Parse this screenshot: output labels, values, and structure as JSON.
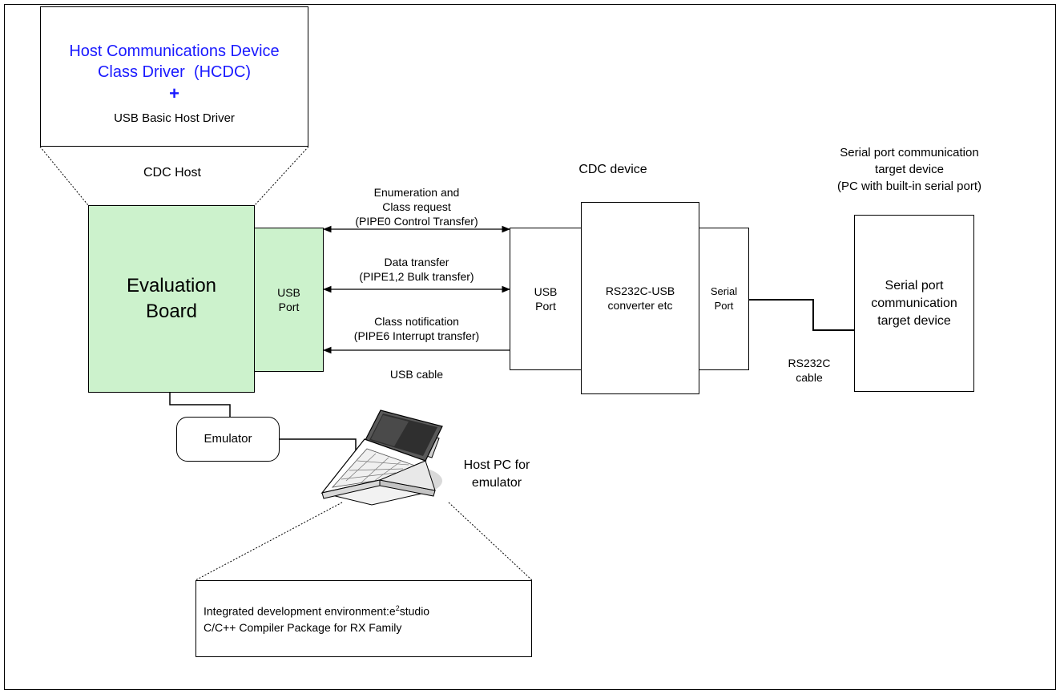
{
  "hcdc_box": {
    "line1": "Host Communications Device",
    "line2": "Class Driver  (HCDC)",
    "plus": "+",
    "basic_driver": "USB Basic Host Driver"
  },
  "cdc_host_label": "CDC Host",
  "eval_board": {
    "line1": "Evaluation",
    "line2": "Board"
  },
  "host_usb_port": {
    "line1": "USB",
    "line2": "Port"
  },
  "transfers": {
    "enum_line1": "Enumeration and",
    "enum_line2": "Class request",
    "enum_line3": "(PIPE0 Control Transfer)",
    "data_line1": "Data transfer",
    "data_line2": "(PIPE1,2 Bulk transfer)",
    "notify_line1": "Class notification",
    "notify_line2": "(PIPE6 Interrupt transfer)",
    "usb_cable": "USB cable"
  },
  "cdc_device_label": "CDC device",
  "device_usb_port": {
    "line1": "USB",
    "line2": "Port"
  },
  "converter": {
    "line1": "RS232C-USB",
    "line2": "converter etc"
  },
  "serial_port": {
    "line1": "Serial",
    "line2": "Port"
  },
  "rs232c_cable": {
    "line1": "RS232C",
    "line2": "cable"
  },
  "target_label": {
    "line1": "Serial port communication",
    "line2": "target device",
    "line3": "(PC with built-in serial port)"
  },
  "target_box": {
    "line1": "Serial port",
    "line2": "communication",
    "line3": "target device"
  },
  "emulator": "Emulator",
  "host_pc_label": {
    "line1": "Host PC for",
    "line2": "emulator"
  },
  "ide_box": {
    "line1_prefix": "Integrated development environment:e",
    "line1_sup": "2",
    "line1_suffix": "studio",
    "line2": "C/C++ Compiler Package for RX Family"
  },
  "colors": {
    "board_fill": "#ccf2cc",
    "hcdc_text": "#1a1aff",
    "border": "#000000"
  }
}
